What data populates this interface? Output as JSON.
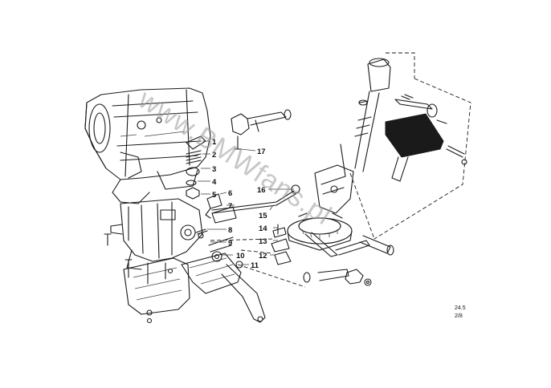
{
  "watermark": "www.BMWfans.pl",
  "callouts": [
    "1",
    "2",
    "3",
    "4",
    "5",
    "6",
    "7",
    "8",
    "9",
    "10",
    "11",
    "12",
    "13",
    "14",
    "15",
    "16",
    "17"
  ],
  "diagram_id": "24.5",
  "page_code": "2/8"
}
